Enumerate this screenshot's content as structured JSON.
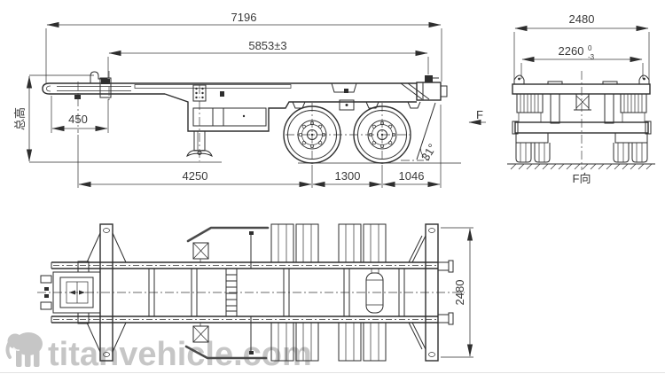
{
  "drawing_title": "container-trailer-engineering-drawing",
  "side_view": {
    "dim_overall_length": "7196",
    "dim_frame_length": "5853±3",
    "dim_front_overhang": "450",
    "dim_front_to_axle1": "4250",
    "dim_axle_spacing": "1300",
    "dim_rear_overhang": "1046",
    "dim_rear_angle": "31°",
    "label_total_height": "总高",
    "view_direction_label": "F"
  },
  "rear_view": {
    "dim_overall_width": "2480",
    "dim_twistlock_width": "2260",
    "tolerance_upper": "0",
    "tolerance_lower": "-3",
    "caption": "F向"
  },
  "plan_view": {
    "dim_overall_width": "2480"
  },
  "watermark": {
    "text": "titanvehicle.com",
    "icon": "elephant-logo",
    "color": "#b9b9b9"
  },
  "colors": {
    "line": "#2e2e2e",
    "dim_text": "#3a3a3a"
  }
}
